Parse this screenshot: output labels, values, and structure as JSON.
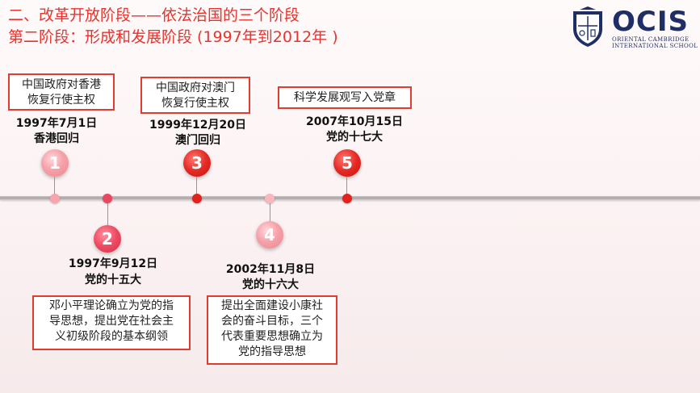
{
  "slide": {
    "title_line1": "二、改革开放阶段——依法治国的三个阶段",
    "title_line2": "第二阶段：形成和发展阶段 (1997年到2012年 )"
  },
  "logo": {
    "name": "OCIS",
    "sub_line1": "ORIENTAL CAMBRIDGE",
    "sub_line2": "INTERNATIONAL SCHOOL"
  },
  "milestones": [
    {
      "number": "1",
      "date": "1997年7月1日",
      "event": "香港回归",
      "note": "中国政府对香港\n恢复行使主权"
    },
    {
      "number": "2",
      "date": "1997年9月12日",
      "event": "党的十五大",
      "note": "邓小平理论确立为党的指\n导思想，提出党在社会主\n义初级阶段的基本纲领"
    },
    {
      "number": "3",
      "date": "1999年12月20日",
      "event": "澳门回归",
      "note": "中国政府对澳门\n恢复行使主权"
    },
    {
      "number": "4",
      "date": "2002年11月8日",
      "event": "党的十六大",
      "note": "提出全面建设小康社\n会的奋斗目标，三个\n代表重要思想确立为\n党的指导思想"
    },
    {
      "number": "5",
      "date": "2007年10月15日",
      "event": "党的十七大",
      "note": "科学发展观写入党章"
    }
  ],
  "colors": {
    "title": "#e8332e",
    "box_border": "#e23b2f",
    "logo": "#1f2f66"
  }
}
